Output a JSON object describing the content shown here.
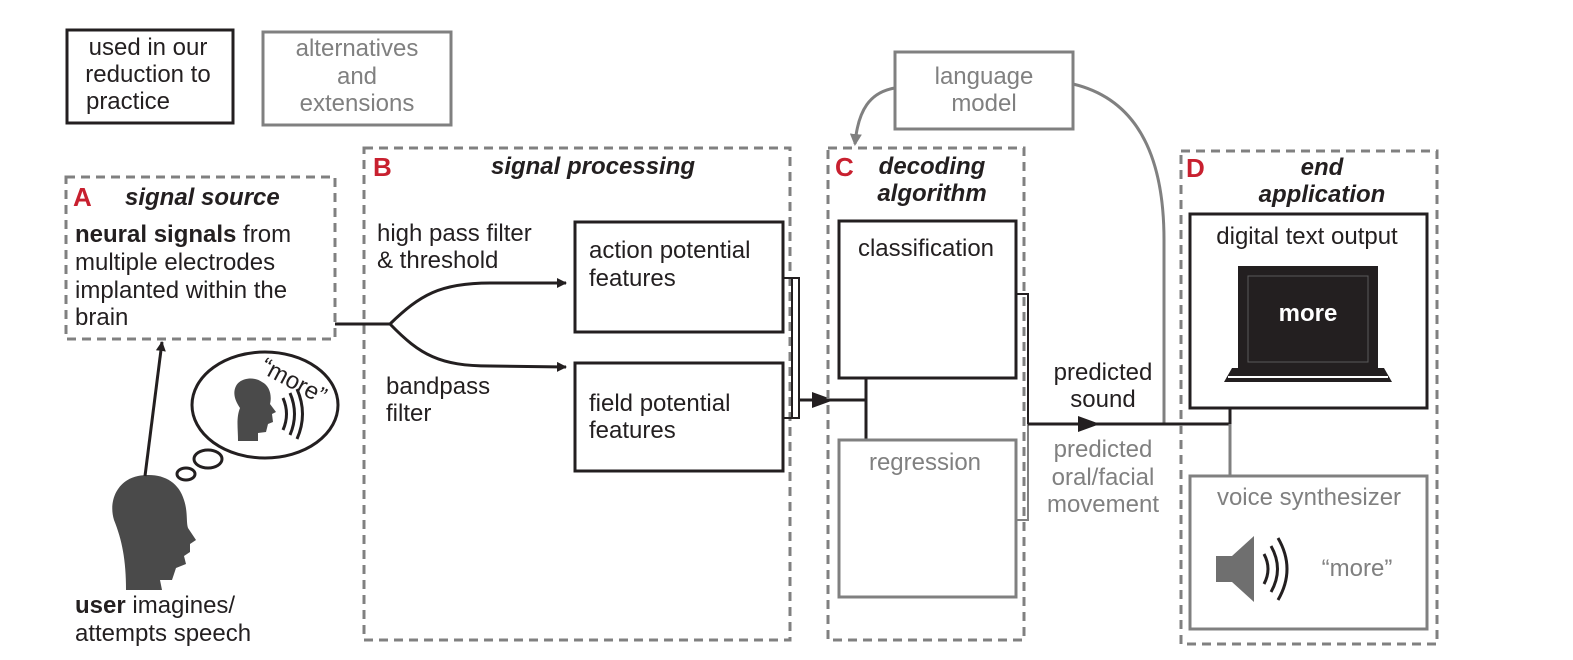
{
  "colors": {
    "black": "#231f20",
    "gray": "#808080",
    "red": "#c8202f"
  },
  "legend": {
    "used_line1": "used in our",
    "used_line2": "reduction to",
    "used_line3": "practice",
    "alt_line1": "alternatives",
    "alt_line2": "and",
    "alt_line3": "extensions"
  },
  "language_model": {
    "line1": "language",
    "line2": "model"
  },
  "panel_a": {
    "letter": "A",
    "title": "signal source",
    "text_bold": "neural signals",
    "text_line1_rest": " from",
    "text_line2": "multiple electrodes",
    "text_line3": "implanted within the",
    "text_line4": "brain",
    "quote": "“more”",
    "user_bold": "user",
    "user_rest": " imagines/",
    "user_line2": "attempts speech"
  },
  "panel_b": {
    "letter": "B",
    "title": "signal processing",
    "hp_line1": "high pass filter",
    "hp_line2": "& threshold",
    "bp_line1": "bandpass",
    "bp_line2": "filter",
    "ap_line1": "action potential",
    "ap_line2": "features",
    "fp_line1": "field potential",
    "fp_line2": "features"
  },
  "panel_c": {
    "letter": "C",
    "title_line1": "decoding",
    "title_line2": "algorithm",
    "classification": "classification",
    "regression": "regression"
  },
  "outputs": {
    "sound_line1": "predicted",
    "sound_line2": "sound",
    "move_line1": "predicted",
    "move_line2": "oral/facial",
    "move_line3": "movement"
  },
  "panel_d": {
    "letter": "D",
    "title_line1": "end",
    "title_line2": "application",
    "digital_text": "digital text output",
    "screen_word": "more",
    "voice": "voice synthesizer",
    "voice_quote": "“more”"
  }
}
